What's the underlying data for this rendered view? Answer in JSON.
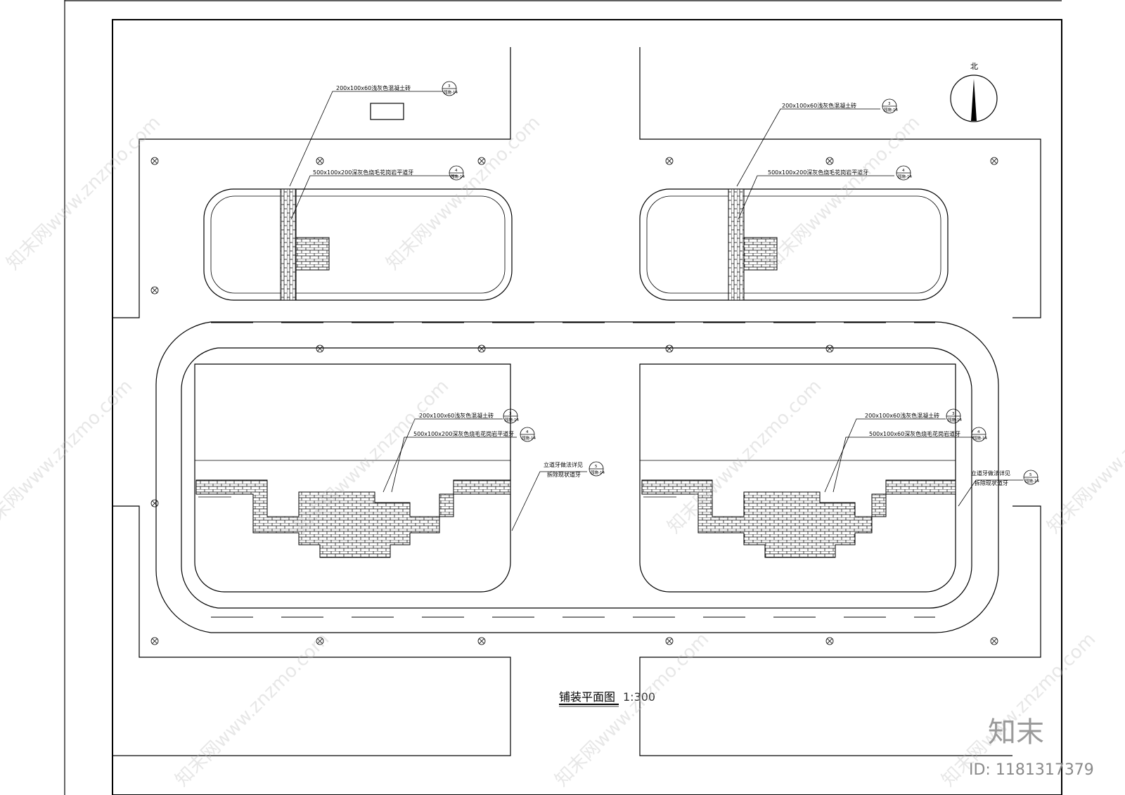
{
  "drawing": {
    "title": "铺装平面图",
    "scale": "1:300",
    "north_label": "北"
  },
  "callouts": {
    "concrete_brick": "200x100x60浅灰色混凝土砖",
    "curb_200": "500x100x200深灰色烧毛花岗岩平道牙",
    "curb_60": "500x100x60深灰色烧毛花岗岩道牙",
    "vertical_curb_line1": "立道牙做法详见",
    "vertical_curb_line2": "拆除现状道牙",
    "ref_3": "3",
    "ref_4": "4",
    "ref_5": "5",
    "sheet_ref": "园施-14"
  },
  "watermark": {
    "text": "知末网www.znzmo.com",
    "brand": "知末",
    "id": "ID: 1181317379"
  },
  "colors": {
    "line": "#000000",
    "watermark": "#bbbbbb"
  }
}
